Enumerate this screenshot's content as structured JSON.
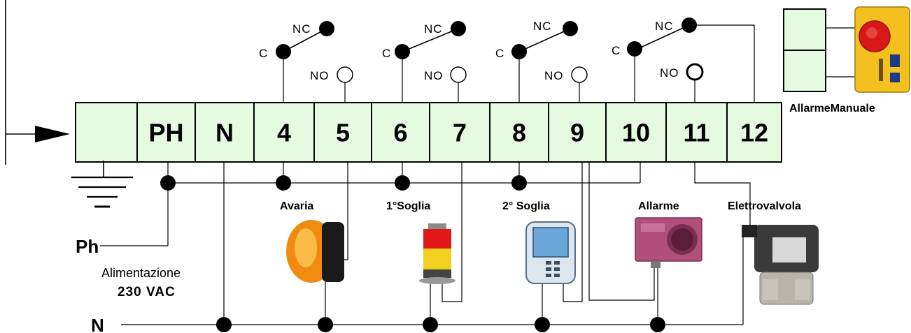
{
  "terminals": [
    "",
    "PH",
    "N",
    "4",
    "5",
    "6",
    "7",
    "8",
    "9",
    "10",
    "11",
    "12"
  ],
  "switch_labels": {
    "nc": "NC",
    "c": "C",
    "no": "NO"
  },
  "load_labels": {
    "avaria": "Avaria",
    "soglia1": "1°Soglia",
    "soglia2": "2° Soglia",
    "allarme": "Allarme",
    "elettrovalvola": "Elettrovalvola",
    "allarme_manuale": "AllarmeManuale"
  },
  "supply": {
    "ph": "Ph",
    "n": "N",
    "alimentazione": "Alimentazione",
    "voltage": "230 VAC"
  },
  "colors": {
    "terminal_fill": "#e4fbe0",
    "beacon_orange": "#f08a10",
    "tower_red": "#e01818",
    "tower_yellow": "#f0d020",
    "dialer_blue": "#6aa6d8",
    "siren_purple": "#b0507a",
    "button_yellow": "#f4c020",
    "button_red": "#e02020"
  }
}
